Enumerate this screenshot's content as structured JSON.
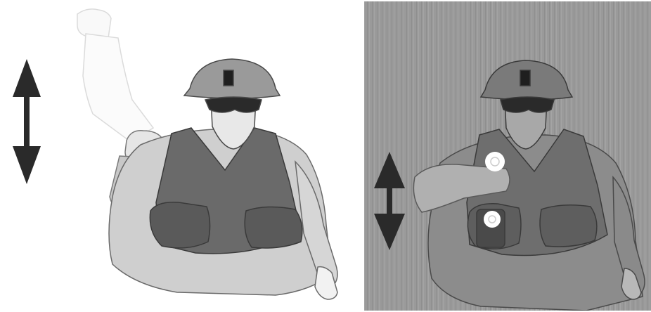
{
  "figure": {
    "panels": [
      {
        "id": "day",
        "description_tag": "arm-signal"
      },
      {
        "id": "night",
        "description_tag": "flashlight-signal"
      }
    ],
    "colors": {
      "background": "#ffffff",
      "night_background": "#9a9a9a",
      "arrow": "#2a2a2a",
      "vest_dark": "#6a6a6a",
      "uniform_light": "#c8c8c8",
      "skin": "#e6e6e6",
      "flashlight_glow": "#ffffff"
    },
    "icons": [
      "double-arrow-vertical-icon",
      "soldier-figure",
      "flashlight-icon"
    ]
  }
}
